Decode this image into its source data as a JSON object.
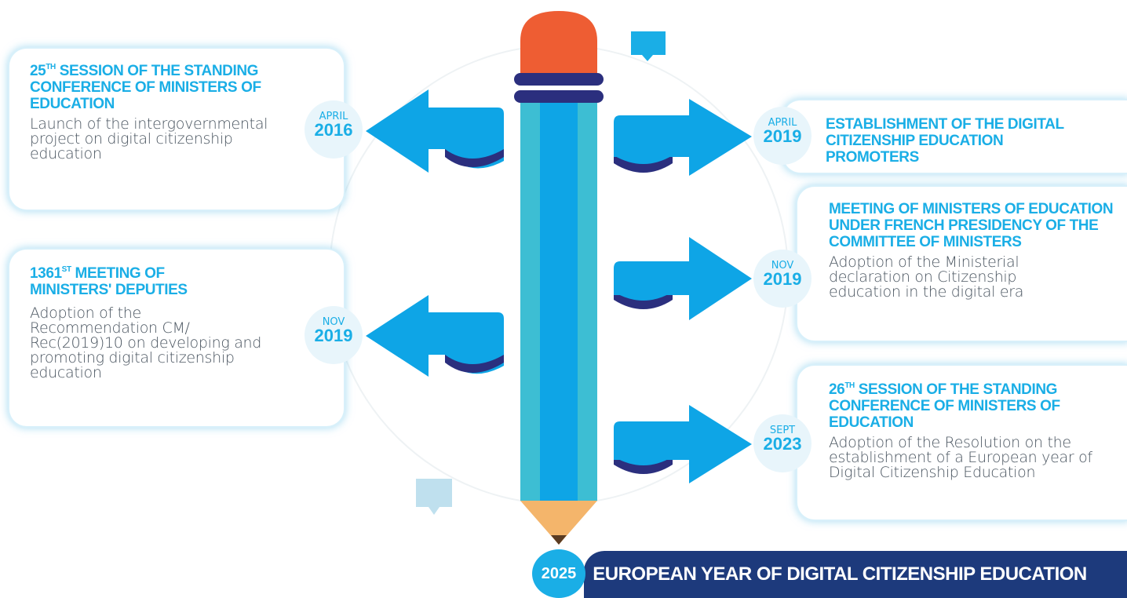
{
  "timeline": {
    "left": [
      {
        "month": "APRIL",
        "year": "2016",
        "title_pre": "25",
        "title_sup": "TH",
        "title_post": " SESSION OF THE STANDING CONFERENCE OF MINISTERS OF EDUCATION",
        "desc": "Launch of the intergovernmental project on digital citizenship education"
      },
      {
        "month": "NOV",
        "year": "2019",
        "title_pre": "1361",
        "title_sup": "ST",
        "title_post": " MEETING OF MINISTERS' DEPUTIES",
        "desc": "Adoption of the Recommendation CM/ Rec(2019)10 on developing and promoting digital citizenship education"
      }
    ],
    "right": [
      {
        "month": "APRIL",
        "year": "2019",
        "title": "ESTABLISHMENT OF THE DIGITAL CITIZENSHIP EDUCATION PROMOTERS",
        "desc": ""
      },
      {
        "month": "NOV",
        "year": "2019",
        "title": "MEETING OF MINISTERS OF EDUCATION UNDER FRENCH PRESIDENCY OF THE COMMITTEE OF MINISTERS",
        "desc": "Adoption of the Ministerial declaration on Citizenship education in the digital era"
      },
      {
        "month": "SEPT",
        "year": "2023",
        "title_pre": "26",
        "title_sup": "TH",
        "title_post": " SESSION OF THE STANDING CONFERENCE OF MINISTERS  OF EDUCATION",
        "desc": "Adoption of the Resolution on the establishment of a European year of Digital Citizenship Education"
      }
    ],
    "final": {
      "year": "2025",
      "title": "EUROPEAN YEAR OF DIGITAL CITIZENSHIP EDUCATION"
    }
  },
  "colors": {
    "pencil_body": "#0ea5e6",
    "pencil_stripe": "#3dbed3",
    "eraser": "#ee5d33",
    "band": "#2b2f7e",
    "tip": "#f4b56b",
    "dark": "#1d3a7c",
    "accent": "#1aaee6"
  }
}
